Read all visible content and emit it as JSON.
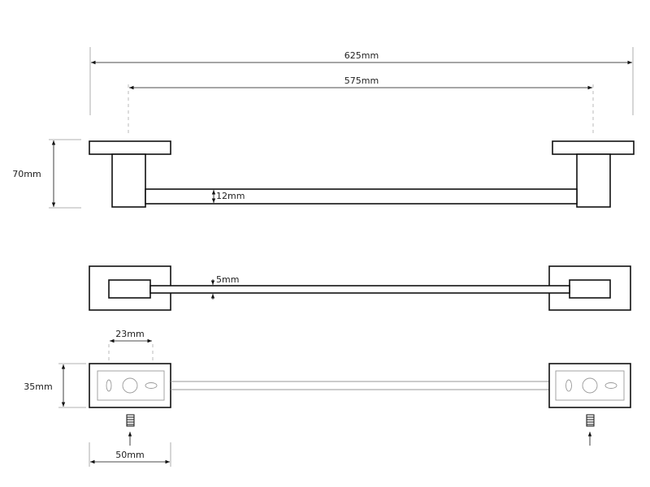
{
  "dimensions": {
    "overall_width": "625mm",
    "bracket_spacing": "575mm",
    "height": "70mm",
    "bar_height": "12mm",
    "bar_thickness": "5mm",
    "hole_spacing": "23mm",
    "plate_depth": "35mm",
    "plate_width": "50mm"
  }
}
